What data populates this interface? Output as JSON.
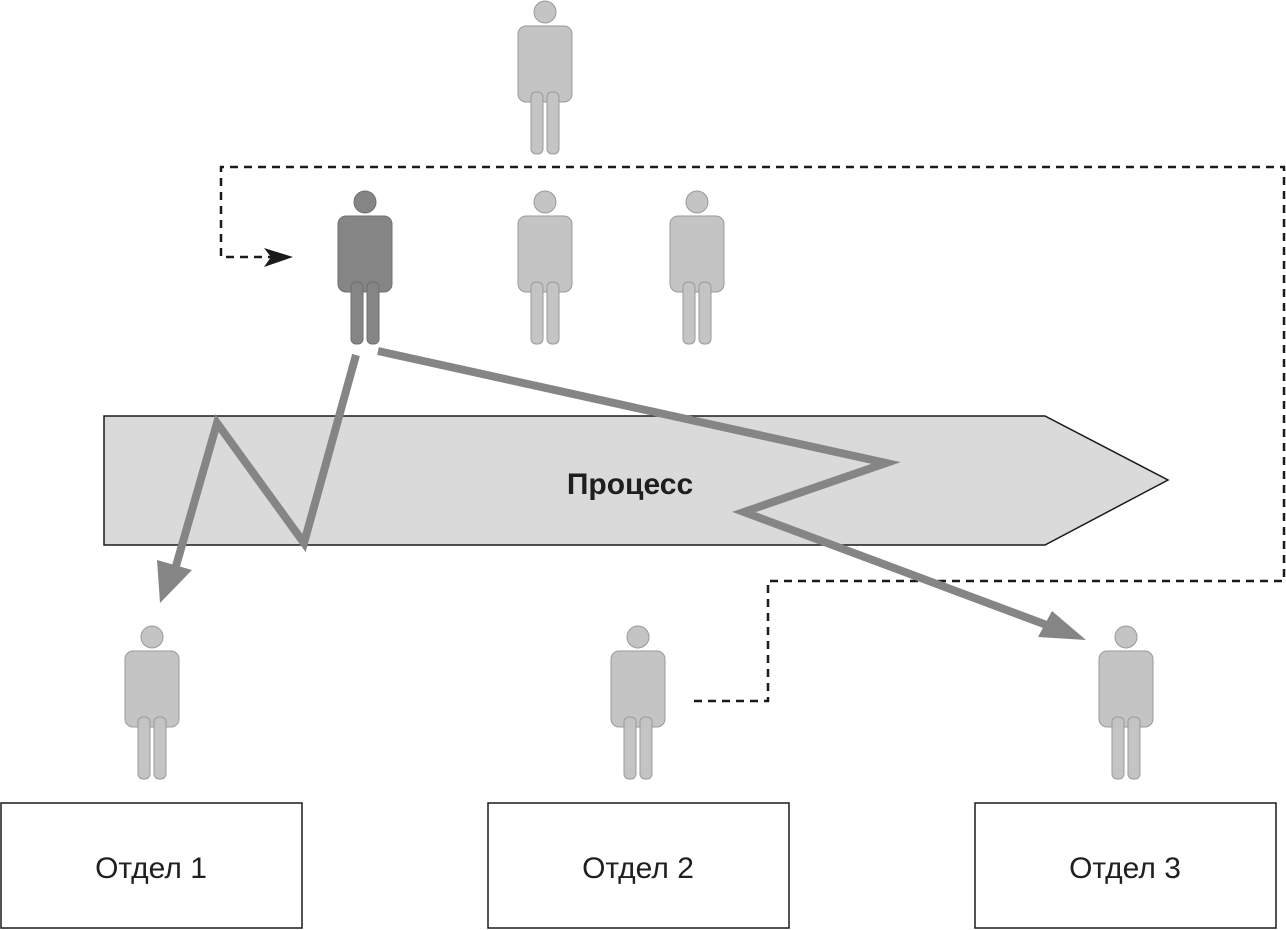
{
  "process": {
    "label": "Процесс"
  },
  "departments": [
    {
      "label": "Отдел 1"
    },
    {
      "label": "Отдел 2"
    },
    {
      "label": "Отдел 3"
    }
  ],
  "colors": {
    "person_light": "#c4c4c4",
    "person_dark": "#858585",
    "process_fill": "#dadada",
    "flow_arrow": "#858585",
    "dashed_line": "#1a1a1a"
  }
}
